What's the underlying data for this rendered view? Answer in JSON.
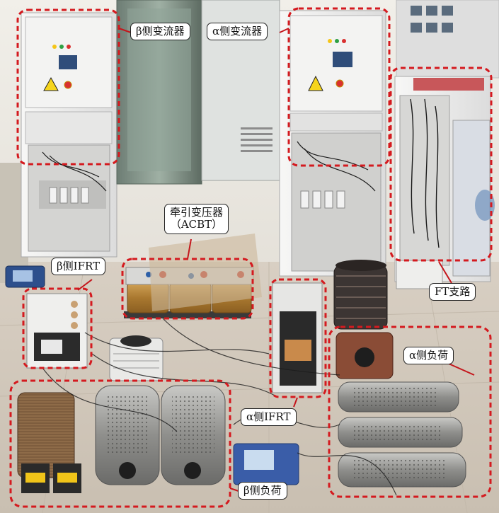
{
  "labels": {
    "beta_converter": "β侧变流器",
    "alpha_converter": "α侧变流器",
    "traction_transformer_line1": "牵引变压器",
    "traction_transformer_line2": "（ACBT）",
    "beta_ifrt": "β侧IFRT",
    "ft_branch": "FT支路",
    "alpha_load": "α侧负荷",
    "alpha_ifrt": "α侧IFRT",
    "beta_load": "β侧负荷"
  },
  "colors": {
    "callout_red": "#d41a1f",
    "cabinet_white": "#ececec",
    "floor": "#d8cfc3",
    "wall": "#e9e6e0",
    "transformer_copper": "#b98a43",
    "resistor_grey": "#9a9a98"
  },
  "icons": {
    "warning": "warning-triangle-icon",
    "emergency_stop": "emergency-stop-icon"
  }
}
